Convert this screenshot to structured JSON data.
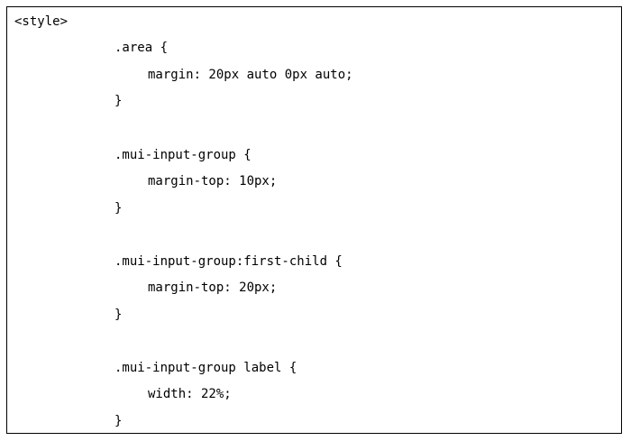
{
  "document": {
    "lines": [
      "<style>",
      ".area {",
      "margin: 20px auto 0px auto;",
      "}",
      "",
      ".mui-input-group {",
      "margin-top: 10px;",
      "}",
      "",
      ".mui-input-group:first-child {",
      "margin-top: 20px;",
      "}",
      "",
      ".mui-input-group label {",
      "width: 22%;",
      "}"
    ]
  }
}
